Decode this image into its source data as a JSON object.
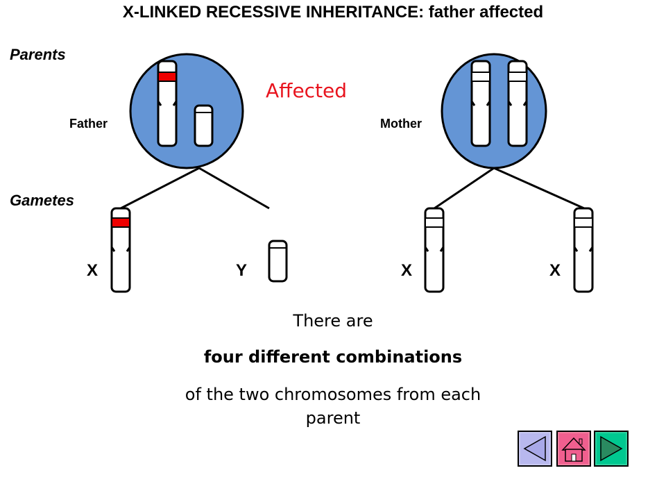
{
  "title": "X-LINKED RECESSIVE INHERITANCE: father affected",
  "sections": {
    "parents": "Parents",
    "gametes": "Gametes"
  },
  "parents": {
    "father": "Father",
    "mother": "Mother",
    "status": "Affected"
  },
  "gametes": {
    "father_x": "X",
    "father_y": "Y",
    "mother_x1": "X",
    "mother_x2": "X"
  },
  "caption": {
    "line1": "There are",
    "line2": "four different combinations",
    "line3": "of the two chromosomes from each",
    "line4": "parent"
  },
  "colors": {
    "cell": "#6495d5",
    "mutant_band": "#ee0000",
    "affected_text": "#e8141e"
  },
  "nav": {
    "back_icon": "triangle-left-icon",
    "home_icon": "home-icon",
    "next_icon": "triangle-right-icon"
  }
}
